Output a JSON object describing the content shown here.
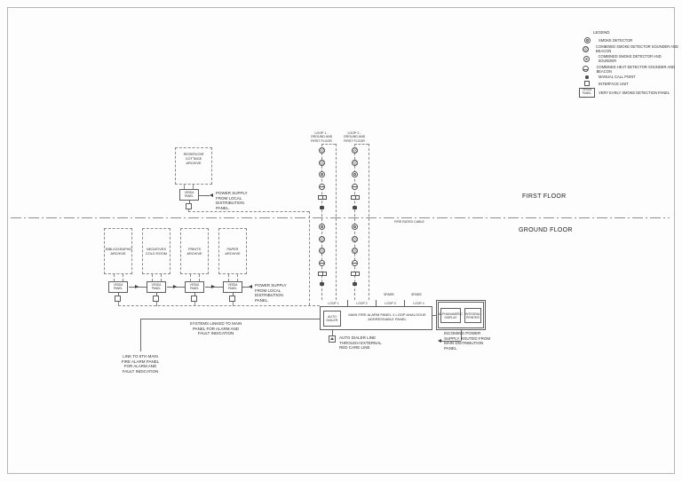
{
  "legend": {
    "title": "LEGEND",
    "items": [
      {
        "symbol": "smoke",
        "label": "SMOKE DETECTOR"
      },
      {
        "symbol": "smoke-sounder-beacon",
        "label": "COMBINED SMOKE DETECTOR SOUNDER AND BEACON"
      },
      {
        "symbol": "smoke-sounder",
        "label": "COMBINED SMOKE DETECTOR AND SOUNDER"
      },
      {
        "symbol": "heat-sounder-beacon",
        "label": "COMBINED HEAT DETECTOR SOUNDER AND BEACON"
      },
      {
        "symbol": "manual-call-point",
        "label": "MANUAL CALL POINT"
      },
      {
        "symbol": "interface-unit",
        "label": "INTERFACE UNIT"
      },
      {
        "symbol": "vesda-panel",
        "label": "VERY EARLY SMOKE DETECTION PANEL"
      }
    ]
  },
  "floors": {
    "first_floor_label": "FIRST FLOOR",
    "ground_floor_label": "GROUND FLOOR",
    "divider_cable_label": "FIRE RATED CABLE"
  },
  "loops": {
    "headers": [
      "LOOP 1 - GROUND AND FIRST FLOOR",
      "LOOP 2 - GROUND AND FIRST FLOOR"
    ],
    "first_floor_symbols": [
      "smoke-sounder-beacon",
      "smoke-sounder-beacon",
      "smoke",
      "heat-sounder-beacon",
      "interface-unit",
      "manual-call-point"
    ],
    "ground_floor_symbols": [
      "smoke",
      "smoke-sounder-beacon",
      "smoke-sounder-beacon",
      "heat-sounder-beacon",
      "interface-unit",
      "manual-call-point"
    ]
  },
  "rooms": {
    "first_floor_room": "RESERVOIR COTTAGE ARCHIVE",
    "ground_floor_rooms": [
      "BIBLIOGRAPHIC ARCHIVE",
      "NEGATIVES COLD ROOM",
      "PRINTS ARCHIVE",
      "PAPER ARCHIVE"
    ],
    "vesda_panel_label": "VESDA PANEL"
  },
  "panel": {
    "loop_terminals": [
      "LOOP 1",
      "LOOP 2",
      "LOOP 3",
      "LOOP 4"
    ],
    "spare_label": "SPARE",
    "main_panel_label": "MAIN FIRE ALARM PANEL 4 LOOP ANALOGUE ADDRESSABLE PANEL",
    "auto_dialer_label": "AUTO DIALER",
    "alphanumeric_display_label": "ALPHANUMERIC DISPLAY",
    "integral_printer_label": "INTEGRAL PRINTER"
  },
  "notes": {
    "ff_power_supply": "POWER SUPPLY FROM LOCAL DISTRIBUTION PANEL.",
    "gf_power_supply": "POWER SUPPLY FROM LOCAL DISTRIBUTION PANEL.",
    "auto_dialer_line": "AUTO DIALER LINE THROUGH EXTERNAL RED CARE LINE",
    "incoming_power": "INCOMING POWER SUPPLY ROUTED FROM MAIN DISTRIBUTION PANEL.",
    "systems_linked": "SYSTEMS LINKED TO MAIN PANEL FOR ALARM AND FAULT INDICATION",
    "external_link": "LINK TO 5TH MAIN FIRE ALARM PANEL FOR ALARM AND FAULT INDICATION"
  }
}
